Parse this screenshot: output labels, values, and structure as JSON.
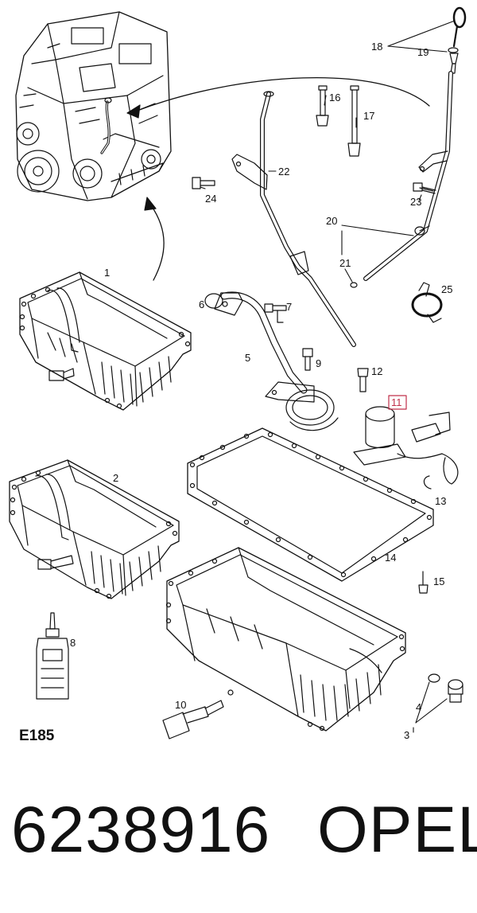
{
  "diagram": {
    "callouts": {
      "c1": "1",
      "c2": "2",
      "c3": "3",
      "c4": "4",
      "c5": "5",
      "c6": "6",
      "c7": "7",
      "c8": "8",
      "c9": "9",
      "c10": "10",
      "c11": "11",
      "c12": "12",
      "c13": "13",
      "c14": "14",
      "c15": "15",
      "c16": "16",
      "c17": "17",
      "c18": "18",
      "c19": "19",
      "c20": "20",
      "c21": "21",
      "c22": "22",
      "c23": "23",
      "c24": "24",
      "c25": "25"
    },
    "highlighted_callout": "11",
    "highlight_color": "#c0304a",
    "line_color": "#111111"
  },
  "footer": {
    "page_code": "E185",
    "part_number": "6238916",
    "brand": "OPEL"
  }
}
